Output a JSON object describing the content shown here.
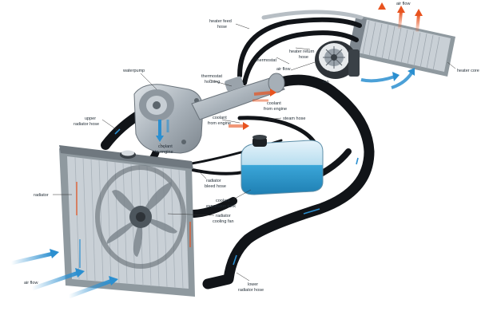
{
  "labels": {
    "air_flow_top": "air flow",
    "heater_feed_hose_1": "heater feed",
    "heater_feed_hose_2": "hose",
    "heater_return_hose_1": "heater return",
    "heater_return_hose_2": "hose",
    "thermostat": "thermostat",
    "air_flow_mid": "air flow",
    "fan": "fan",
    "heater_core": "heater core",
    "waterpump": "waterpump",
    "thermostat_housing_1": "thermostat",
    "thermostat_housing_2": "housing",
    "coolant_from_engine_right_1": "coolant",
    "coolant_from_engine_right_2": "from engine",
    "upper_radiator_hose_1": "upper",
    "upper_radiator_hose_2": "radiator hose",
    "coolant_from_engine_left_1": "coolant",
    "coolant_from_engine_left_2": "from engine",
    "steam_hose": "steam hose",
    "coolant_to_engine_1": "coolant",
    "coolant_to_engine_2": "to engine",
    "radiator": "radiator",
    "radiator_bleed_hose_1": "radiator",
    "radiator_bleed_hose_2": "bleed hose",
    "coolant_expansion_tank_1": "coolant",
    "coolant_expansion_tank_2": "expansion tank",
    "radiator_cooling_fan_1": "radiator",
    "radiator_cooling_fan_2": "cooling fan",
    "air_flow_left": "air flow",
    "lower_radiator_hose_1": "lower",
    "lower_radiator_hose_2": "radiator hose"
  },
  "colors": {
    "hose": "#111418",
    "radiator_frame": "#9aa3ab",
    "radiator_core": "#c9d0d6",
    "tank_coolant": "#3aa6d8",
    "air_flow_blue": "#2b8fd0",
    "hot_arrow": "#e8531f",
    "metal": "#a9b2ba"
  }
}
